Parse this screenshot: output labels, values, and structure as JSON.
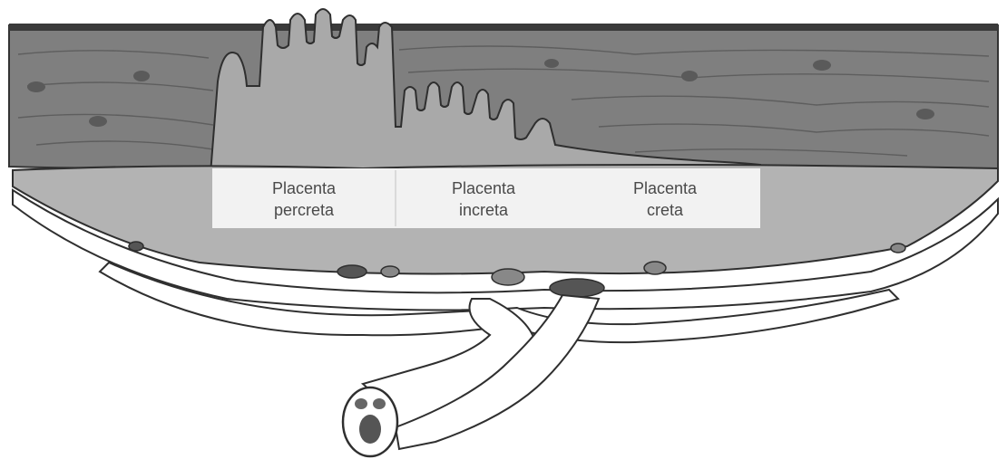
{
  "labels": {
    "percreta": "Placenta\npercreta",
    "increta": "Placenta\nincreta",
    "creta": "Placenta\ncreta"
  },
  "colors": {
    "myometrium": "#7f7f7f",
    "serosa": "#3a3a3a",
    "placenta": "#a9a9a9",
    "decidua": "#b3b3b3",
    "label_box": "#f2f2f2",
    "membrane": "#ffffff",
    "vessel_dark": "#555555"
  }
}
